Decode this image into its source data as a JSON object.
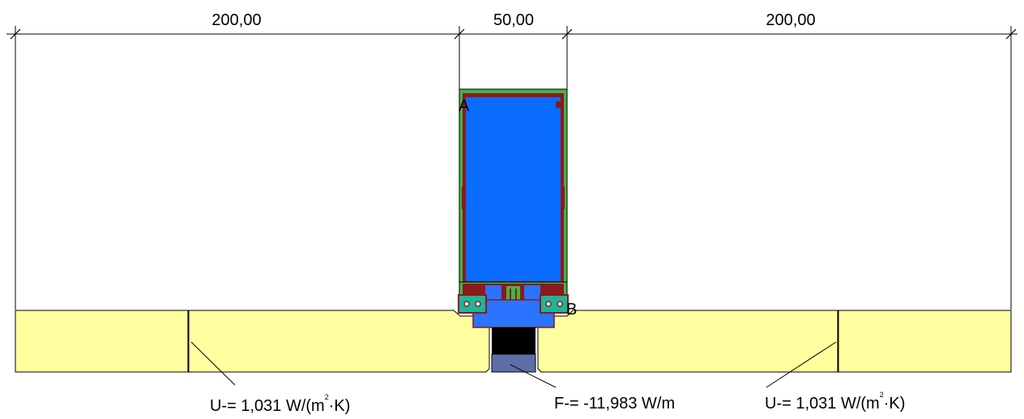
{
  "dimensions": {
    "left": "200,00",
    "middle": "50,00",
    "right": "200,00"
  },
  "points": {
    "a": "A",
    "b": "B"
  },
  "annotations": {
    "u_left": {
      "prefix": "U-= 1,031 W/(m",
      "sup": "2",
      "suffix": "·K)"
    },
    "f_mid": "F-= -11,983 W/m",
    "u_right": {
      "prefix": "U-= 1,031 W/(m",
      "sup": "2",
      "suffix": "·K)"
    }
  },
  "colors": {
    "panel": "#ffffa0",
    "glazing_fill": "#0a6cff",
    "profile_outer": "#46b34a",
    "profile_border": "#8b1a1a",
    "gasket": "#1fb59a",
    "seal_black": "#000000",
    "seal_slate": "#5e6fa6",
    "cavity_blue": "#2a74ff"
  }
}
